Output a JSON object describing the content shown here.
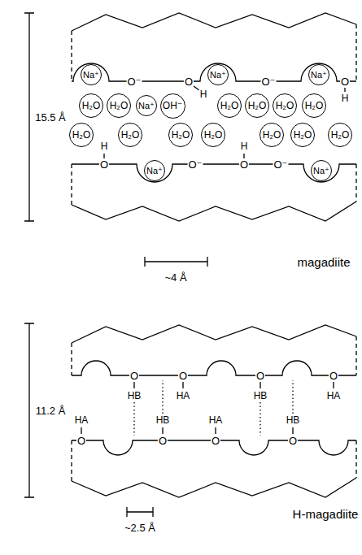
{
  "diagram": {
    "nodes": [
      {
        "text": [
          "Na⁺"
        ]
      },
      {
        "text": [
          "Na⁺"
        ]
      },
      {
        "text": [
          "Na⁺"
        ]
      },
      {
        "text": [
          "H₂O"
        ]
      },
      {
        "text": [
          "H₂O"
        ]
      },
      {
        "text": [
          "Na⁺"
        ]
      },
      {
        "text": [
          "OH⁻"
        ]
      },
      {
        "text": [
          "H₂O"
        ]
      },
      {
        "text": [
          "H₂O"
        ]
      },
      {
        "text": [
          "H₂O"
        ]
      },
      {
        "text": [
          "H₂O"
        ]
      },
      {
        "text": [
          "H₂O"
        ]
      },
      {
        "text": [
          "H₂O"
        ]
      },
      {
        "text": [
          "H₂O"
        ]
      },
      {
        "text": [
          "H₂O"
        ]
      },
      {
        "text": [
          "H₂O"
        ]
      },
      {
        "text": [
          "H₂O"
        ]
      },
      {
        "text": [
          "H₂O"
        ]
      },
      {
        "text": [
          "Na⁺"
        ]
      },
      {
        "text": [
          "Na⁺"
        ]
      }
    ],
    "labels": [
      "15.5 Å",
      "O⁻",
      "O",
      "H",
      "O⁻",
      "H",
      "O",
      "H",
      "O",
      "O⁻",
      "H",
      "O",
      "O⁻",
      "~4 Å",
      "magadiite",
      "11.2 Å",
      "O",
      "HB",
      "O",
      "HA",
      "O",
      "HB",
      "O",
      "HA",
      "HA",
      "O",
      "HB",
      "O",
      "HA",
      "O",
      "HB",
      "O",
      "~2.5 Å",
      "H-magadiite"
    ]
  }
}
